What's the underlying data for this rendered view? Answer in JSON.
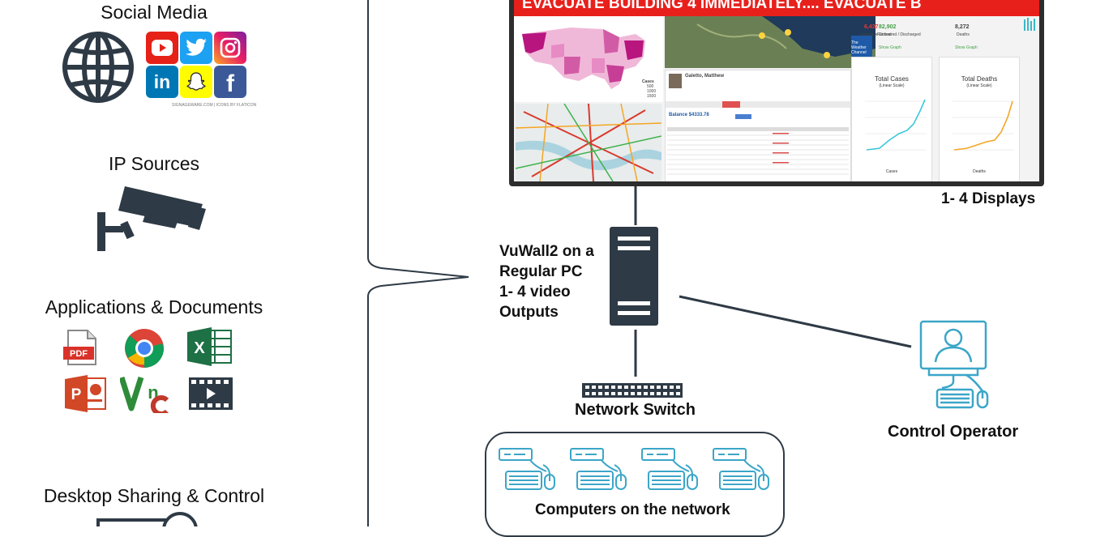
{
  "sources": {
    "social_media": "Social Media",
    "ip_sources": "IP Sources",
    "applications": "Applications & Documents",
    "desktop_sharing": "Desktop Sharing & Control",
    "social_caption": "SIGNAGEWARE.COM | ICONS BY FLATICON"
  },
  "display": {
    "banner": "EVACUATE BUILDING 4 IMMEDIATELY.... EVACUATE B",
    "displays_label": "1- 4 Displays",
    "weather_city": "The Weather Channel",
    "balance": "Balance $4333.78",
    "person": "Galetto, Matthew",
    "total_cases": "Total Cases",
    "total_deaths": "Total Deaths",
    "linear_scale": "(Linear Scale)",
    "cases_legend": "Cases",
    "deaths_legend": "Deaths",
    "stat1_value": "6,437",
    "stat1_label": "Serious or Critical",
    "stat2_value": "82,902",
    "stat2_label": "Recovered / Discharged",
    "stat3_value": "8,272",
    "stat3_label": "Deaths",
    "show_graph": "Show Graph",
    "map_legend": [
      "Cases",
      "500",
      "1000",
      "1500"
    ]
  },
  "server": {
    "line1": "VuWall2 on a",
    "line2": "Regular PC",
    "line3": "1- 4  video",
    "line4": "Outputs"
  },
  "network_switch": "Network Switch",
  "control_operator": "Control Operator",
  "computers": "Computers on the network",
  "colors": {
    "accent": "#3ba6c8",
    "dark": "#2e3a45",
    "banner": "#e8201c",
    "youtube": "#e62117",
    "twitter": "#1da1f2",
    "linkedin": "#0077b5",
    "snapchat": "#fffc00",
    "facebook": "#3b5998"
  },
  "icons": [
    "globe-icon",
    "youtube-icon",
    "twitter-icon",
    "instagram-icon",
    "linkedin-icon",
    "snapchat-icon",
    "facebook-icon",
    "cctv-camera-icon",
    "pdf-icon",
    "chrome-icon",
    "excel-icon",
    "powerpoint-icon",
    "vnc-icon",
    "video-icon",
    "server-icon",
    "network-switch-icon",
    "operator-icon",
    "keyboard-icon",
    "mouse-icon"
  ]
}
